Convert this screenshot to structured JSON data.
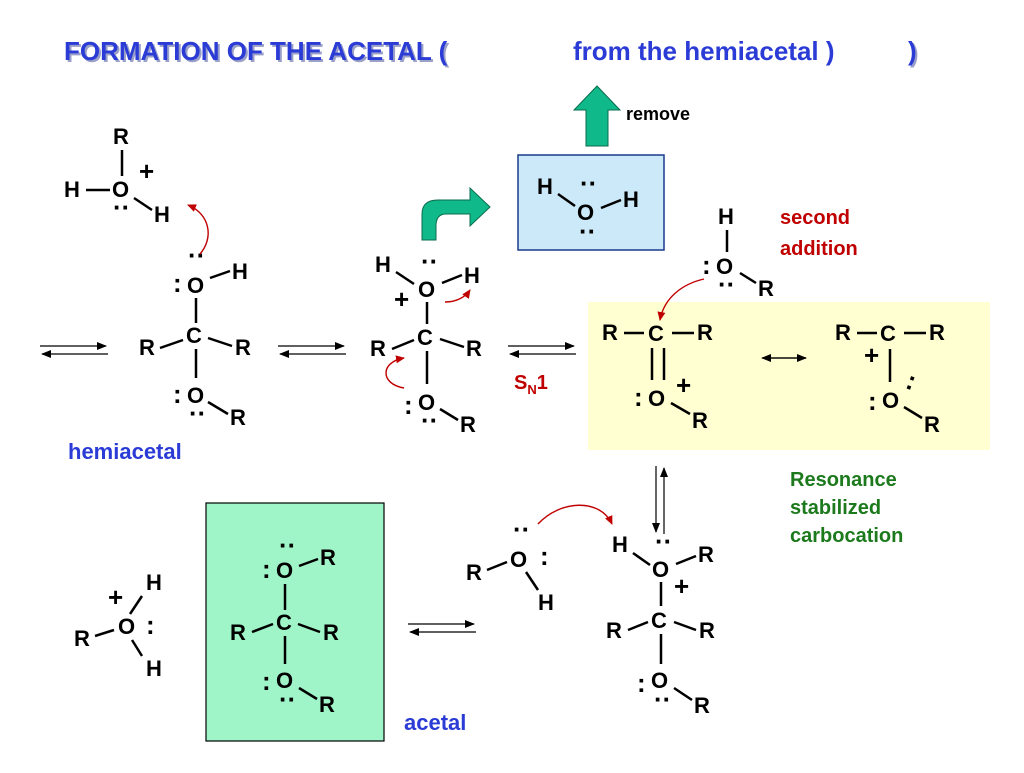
{
  "title": {
    "main": "FORMATION OF THE ACETAL",
    "paren_open": "(",
    "sub": "from the hemiacetal",
    "paren_close": ")"
  },
  "labels": {
    "hemiacetal": "hemiacetal",
    "acetal": "acetal",
    "remove": "remove",
    "second_addition_1": "second",
    "second_addition_2": "addition",
    "resonance_1": "Resonance",
    "resonance_2": "stabilized",
    "resonance_3": "carbocation",
    "sn1_s": "S",
    "sn1_sub": "N",
    "sn1_num": "1"
  },
  "atoms": {
    "R": "R",
    "H": "H",
    "O": "O",
    "C": "C",
    "plus": "+",
    "pair": "··",
    "colon": ":"
  },
  "colors": {
    "title": "#2b3bd6",
    "title_shadow": "#9aa0c8",
    "curved_arrow": "#c00000",
    "green_arrow": "#10b98a",
    "water_box": "#cce9f9",
    "carbocation_box": "#ffffd2",
    "acetal_box": "#9ff5c8",
    "second_addition": "#c00000",
    "resonance": "#1c7a1c"
  }
}
